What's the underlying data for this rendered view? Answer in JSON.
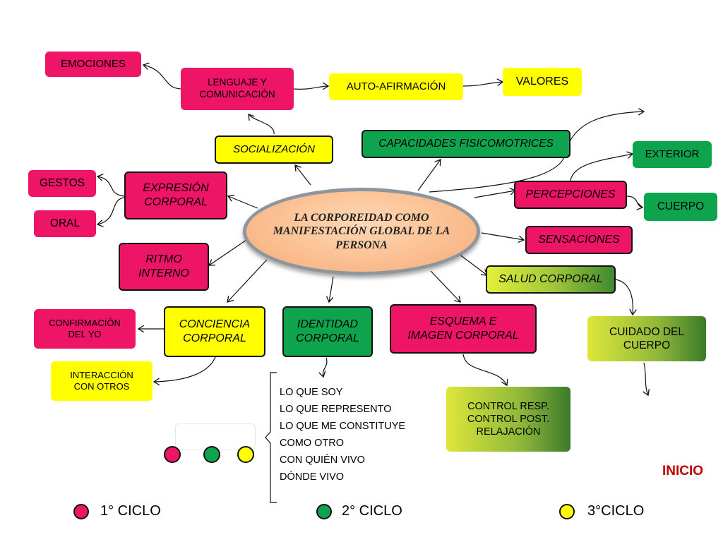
{
  "center": {
    "line1": "LA CORPOREIDAD COMO",
    "line2": "MANIFESTACIÓN GLOBAL DE LA",
    "line3": "PERSONA"
  },
  "nodes": {
    "emociones": "EMOCIONES",
    "lenguaje_l1": "LENGUAJE Y",
    "lenguaje_l2": "COMUNICACIÓN",
    "auto_afirmacion": "AUTO-AFIRMACIÓN",
    "valores": "VALORES",
    "socializacion": "SOCIALIZACIÓN",
    "capacidades": "CAPACIDADES FISICOMOTRICES",
    "exterior": "EXTERIOR",
    "gestos": "GESTOS",
    "oral": "ORAL",
    "expresion_l1": "EXPRESIÓN",
    "expresion_l2": "CORPORAL",
    "percepciones": "PERCEPCIONES",
    "cuerpo": "CUERPO",
    "sensaciones": "SENSACIONES",
    "ritmo_l1": "RITMO",
    "ritmo_l2": "INTERNO",
    "salud": "SALUD CORPORAL",
    "cuidado_l1": "CUIDADO DEL",
    "cuidado_l2": "CUERPO",
    "confirmacion_l1": "CONFIRMACIÓN",
    "confirmacion_l2": "DEL YO",
    "conciencia_l1": "CONCIENCIA",
    "conciencia_l2": "CORPORAL",
    "identidad_l1": "IDENTIDAD",
    "identidad_l2": "CORPORAL",
    "esquema_l1": "ESQUEMA E",
    "esquema_l2": "IMAGEN CORPORAL",
    "interaccion_l1": "INTERACCIÓN",
    "interaccion_l2": "CON OTROS",
    "control_l1": "CONTROL RESP.",
    "control_l2": "CONTROL POST.",
    "control_l3": "RELAJACIÓN"
  },
  "identity_list": [
    "LO QUE SOY",
    "LO QUE REPRESENTO",
    "LO QUE ME CONSTITUYE",
    "COMO OTRO",
    "CON QUIÉN VIVO",
    "DÓNDE VIVO"
  ],
  "inicio": "INICIO",
  "legend": [
    {
      "label": "1° CICLO",
      "color": "#ee1566"
    },
    {
      "label": "2° CICLO",
      "color": "#0ea34d"
    },
    {
      "label": "3°CICLO",
      "color": "#ffff00"
    }
  ],
  "colors": {
    "pink": "#ee1566",
    "yellow": "#ffff00",
    "green": "#0ea34d",
    "inicio": "#c00000"
  }
}
